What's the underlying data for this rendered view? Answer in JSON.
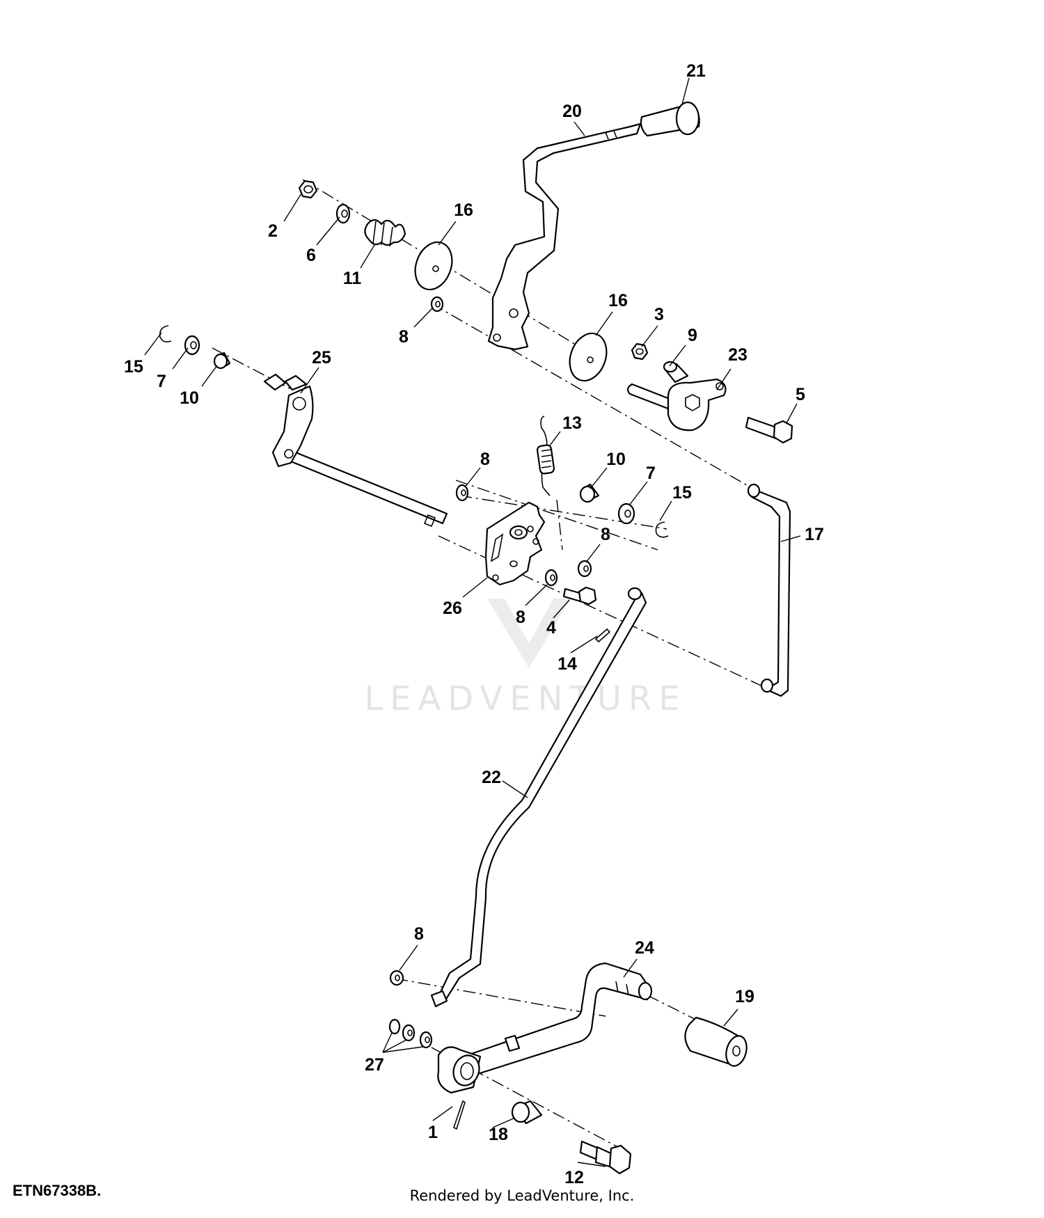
{
  "figure_id": "ETN67338B.",
  "watermark": "LEADVENTURE",
  "credit": "Rendered by LeadVenture, Inc.",
  "callouts": [
    {
      "n": "21"
    },
    {
      "n": "20"
    },
    {
      "n": "2"
    },
    {
      "n": "6"
    },
    {
      "n": "11"
    },
    {
      "n": "16"
    },
    {
      "n": "8"
    },
    {
      "n": "16"
    },
    {
      "n": "3"
    },
    {
      "n": "9"
    },
    {
      "n": "23"
    },
    {
      "n": "5"
    },
    {
      "n": "15"
    },
    {
      "n": "7"
    },
    {
      "n": "10"
    },
    {
      "n": "25"
    },
    {
      "n": "13"
    },
    {
      "n": "8"
    },
    {
      "n": "10"
    },
    {
      "n": "7"
    },
    {
      "n": "15"
    },
    {
      "n": "17"
    },
    {
      "n": "8"
    },
    {
      "n": "26"
    },
    {
      "n": "8"
    },
    {
      "n": "4"
    },
    {
      "n": "14"
    },
    {
      "n": "22"
    },
    {
      "n": "8"
    },
    {
      "n": "24"
    },
    {
      "n": "19"
    },
    {
      "n": "27"
    },
    {
      "n": "1"
    },
    {
      "n": "18"
    },
    {
      "n": "12"
    }
  ]
}
